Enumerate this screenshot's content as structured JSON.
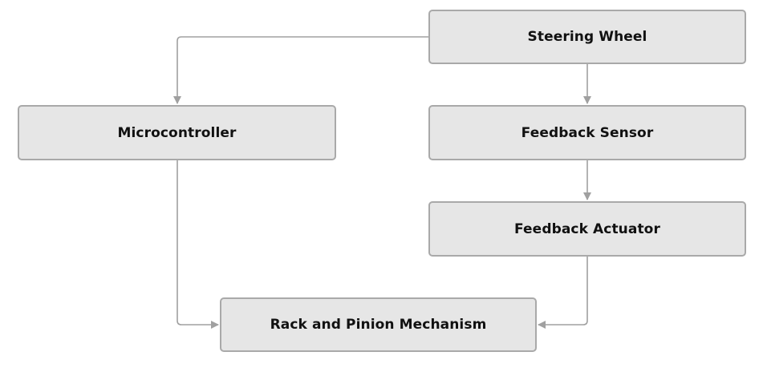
{
  "diagram": {
    "nodes": {
      "steering_wheel": "Steering Wheel",
      "microcontroller": "Microcontroller",
      "feedback_sensor": "Feedback Sensor",
      "feedback_actuator": "Feedback Actuator",
      "rack_and_pinion": "Rack and Pinion Mechanism"
    },
    "edges": [
      {
        "from": "steering_wheel",
        "to": "microcontroller"
      },
      {
        "from": "steering_wheel",
        "to": "feedback_sensor"
      },
      {
        "from": "feedback_sensor",
        "to": "feedback_actuator"
      },
      {
        "from": "microcontroller",
        "to": "rack_and_pinion"
      },
      {
        "from": "feedback_actuator",
        "to": "rack_and_pinion"
      }
    ],
    "colors": {
      "node_fill": "#e6e6e6",
      "node_border": "#a9a9a9",
      "connector": "#a0a0a0",
      "text": "#111111"
    }
  }
}
